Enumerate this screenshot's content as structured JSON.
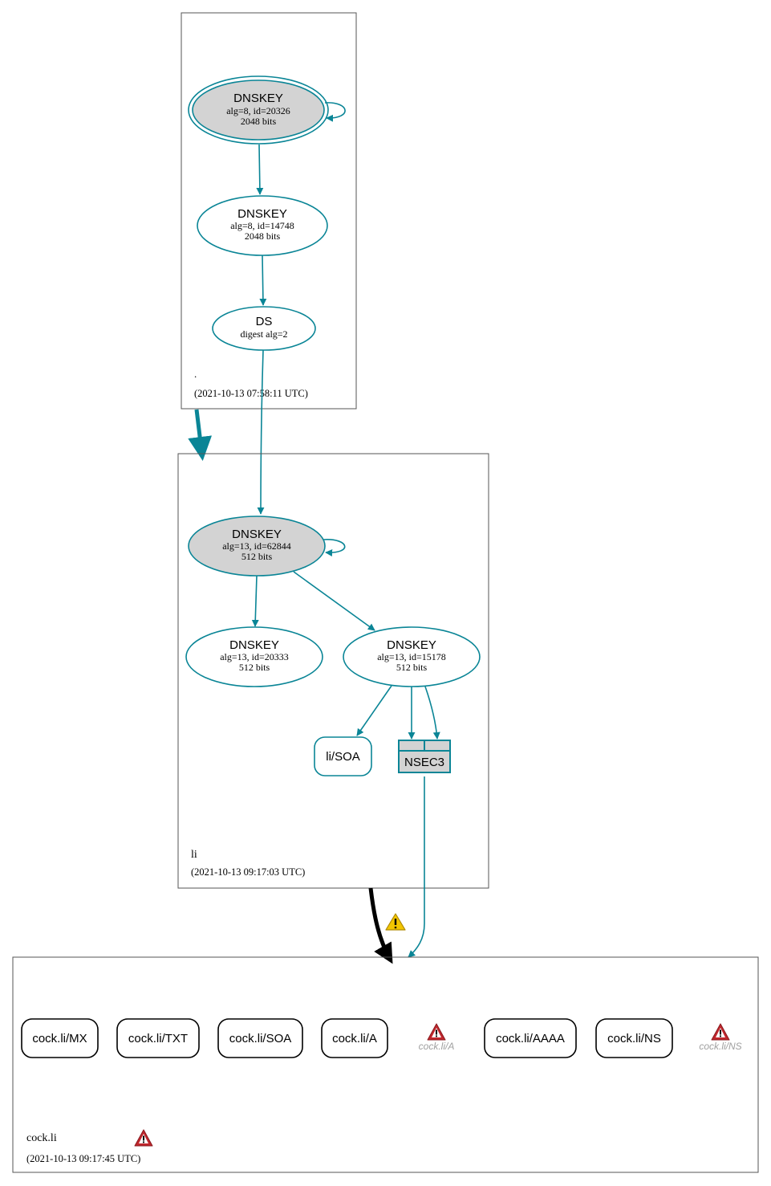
{
  "colors": {
    "teal": "#0a8596",
    "node_fill_gray": "#d3d3d3",
    "black": "#000000",
    "warning_red": "#c0272d",
    "warning_yellow": "#f2c500",
    "muted_text": "#a0a0a0"
  },
  "zones": {
    "root": {
      "name": ".",
      "timestamp": "(2021-10-13 07:58:11 UTC)"
    },
    "li": {
      "name": "li",
      "timestamp": "(2021-10-13 09:17:03 UTC)"
    },
    "cockli": {
      "name": "cock.li",
      "timestamp": "(2021-10-13 09:17:45 UTC)"
    }
  },
  "nodes": {
    "root_ksk": {
      "title": "DNSKEY",
      "line1": "alg=8, id=20326",
      "line2": "2048 bits"
    },
    "root_zsk": {
      "title": "DNSKEY",
      "line1": "alg=8, id=14748",
      "line2": "2048 bits"
    },
    "root_ds": {
      "title": "DS",
      "line1": "digest alg=2"
    },
    "li_ksk": {
      "title": "DNSKEY",
      "line1": "alg=13, id=62844",
      "line2": "512 bits"
    },
    "li_zsk1": {
      "title": "DNSKEY",
      "line1": "alg=13, id=20333",
      "line2": "512 bits"
    },
    "li_zsk2": {
      "title": "DNSKEY",
      "line1": "alg=13, id=15178",
      "line2": "512 bits"
    },
    "li_soa": {
      "label": "li/SOA"
    },
    "li_nsec3": {
      "label": "NSEC3"
    }
  },
  "records": {
    "mx": "cock.li/MX",
    "txt": "cock.li/TXT",
    "soa": "cock.li/SOA",
    "a": "cock.li/A",
    "a_missing": "cock.li/A",
    "aaaa": "cock.li/AAAA",
    "ns": "cock.li/NS",
    "ns_missing": "cock.li/NS"
  },
  "icons": {
    "warning": "warning-triangle-icon",
    "error": "error-triangle-icon"
  }
}
